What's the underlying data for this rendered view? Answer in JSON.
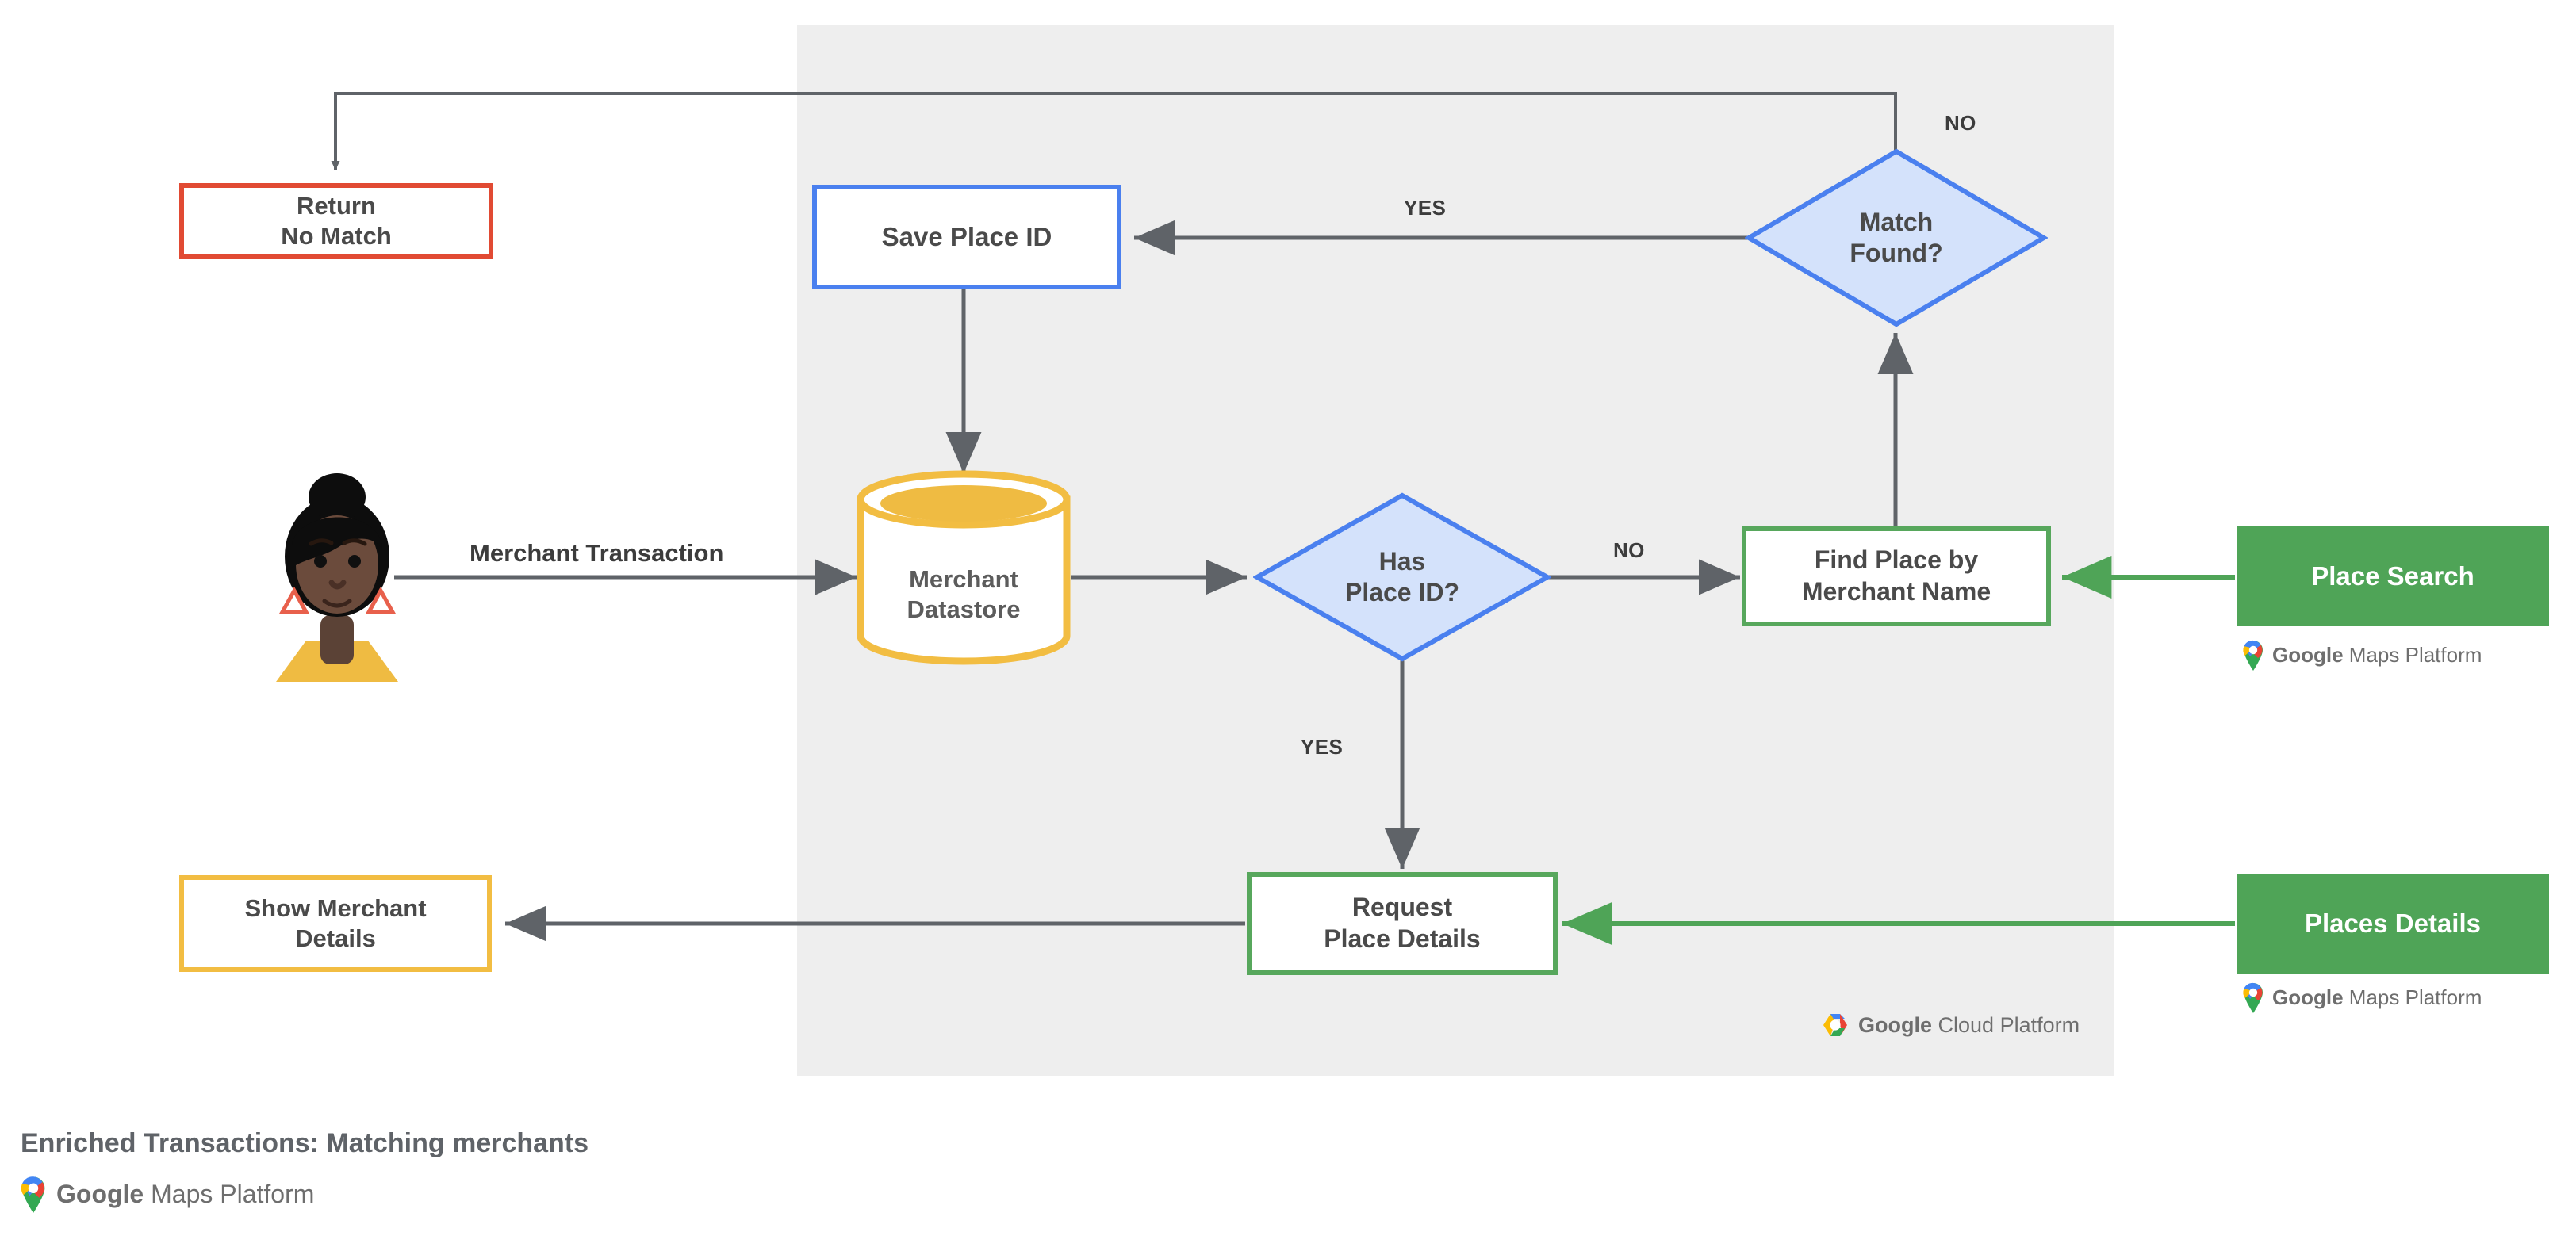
{
  "diagram": {
    "caption": "Enriched Transactions: Matching merchants",
    "panel_label": "Google Cloud Platform",
    "panel_label_bold": "Google",
    "panel_label_rest": "Cloud Platform",
    "colors": {
      "panel_bg": "#eeeeee",
      "red": "#e14a33",
      "blue": "#4a80ef",
      "blue_fill": "#d4e2fb",
      "green": "#57a75c",
      "green_solid": "#4fa457",
      "yellow": "#f2bd42",
      "edge": "#5f6368",
      "green_edge": "#4fa457",
      "text": "#4a4a4a"
    }
  },
  "nodes": {
    "return_no_match": {
      "label": "Return\nNo Match",
      "shape": "box",
      "color": "red"
    },
    "save_place_id": {
      "label": "Save Place ID",
      "shape": "box",
      "color": "blue"
    },
    "match_found": {
      "label": "Match\nFound?",
      "shape": "diamond",
      "color": "blue"
    },
    "merchant_datastore": {
      "label": "Merchant\nDatastore",
      "shape": "cylinder",
      "color": "yellow"
    },
    "has_place_id": {
      "label": "Has\nPlace ID?",
      "shape": "diamond",
      "color": "blue"
    },
    "find_place_by_merchant_name": {
      "label": "Find Place by\nMerchant Name",
      "shape": "box",
      "color": "green"
    },
    "place_search": {
      "label": "Place Search",
      "shape": "solid-box",
      "color": "green"
    },
    "request_place_details": {
      "label": "Request\nPlace Details",
      "shape": "box",
      "color": "green"
    },
    "places_details": {
      "label": "Places Details",
      "shape": "solid-box",
      "color": "green"
    },
    "show_merchant_details": {
      "label": "Show Merchant\nDetails",
      "shape": "box",
      "color": "yellow"
    }
  },
  "edge_labels": {
    "merchant_transaction": "Merchant Transaction",
    "has_place_id_yes": "YES",
    "has_place_id_no": "NO",
    "match_found_yes": "YES",
    "match_found_no": "NO"
  },
  "logos": {
    "maps_platform_bold": "Google",
    "maps_platform_rest": "Maps Platform",
    "cloud_platform_bold": "Google",
    "cloud_platform_rest": "Cloud Platform"
  }
}
